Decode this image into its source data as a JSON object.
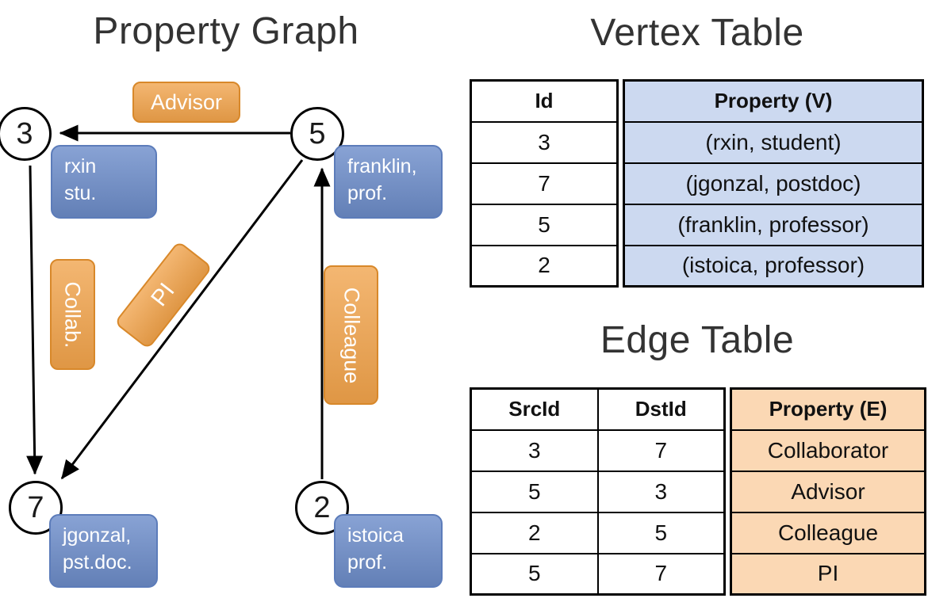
{
  "graph": {
    "title": "Property Graph",
    "nodes": {
      "n3": {
        "id": "3",
        "prop1": "rxin",
        "prop2": "stu."
      },
      "n5": {
        "id": "5",
        "prop1": "franklin,",
        "prop2": "prof."
      },
      "n7": {
        "id": "7",
        "prop1": "jgonzal,",
        "prop2": "pst.doc."
      },
      "n2": {
        "id": "2",
        "prop1": "istoica",
        "prop2": "prof."
      }
    },
    "edge_labels": {
      "advisor": "Advisor",
      "collab": "Collab.",
      "pi": "PI",
      "colleague": "Colleague"
    }
  },
  "vertex_table": {
    "title": "Vertex Table",
    "id_header": "Id",
    "prop_header": "Property (V)",
    "rows": [
      {
        "id": "3",
        "prop": "(rxin, student)"
      },
      {
        "id": "7",
        "prop": "(jgonzal, postdoc)"
      },
      {
        "id": "5",
        "prop": "(franklin, professor)"
      },
      {
        "id": "2",
        "prop": "(istoica, professor)"
      }
    ]
  },
  "edge_table": {
    "title": "Edge Table",
    "src_header": "SrcId",
    "dst_header": "DstId",
    "prop_header": "Property (E)",
    "rows": [
      {
        "src": "3",
        "dst": "7",
        "prop": "Collaborator"
      },
      {
        "src": "5",
        "dst": "3",
        "prop": "Advisor"
      },
      {
        "src": "2",
        "dst": "5",
        "prop": "Colleague"
      },
      {
        "src": "5",
        "dst": "7",
        "prop": "PI"
      }
    ]
  },
  "colors": {
    "edge_label_fill": "#f0a24a",
    "edge_label_border": "#d8882a",
    "vertex_prop_fill": "#6e8ecb",
    "vertex_prop_border": "#5c7cba",
    "vertex_table_fill": "#ccd9f0",
    "edge_table_fill": "#fbd8b4",
    "arrow_color": "#000000"
  }
}
